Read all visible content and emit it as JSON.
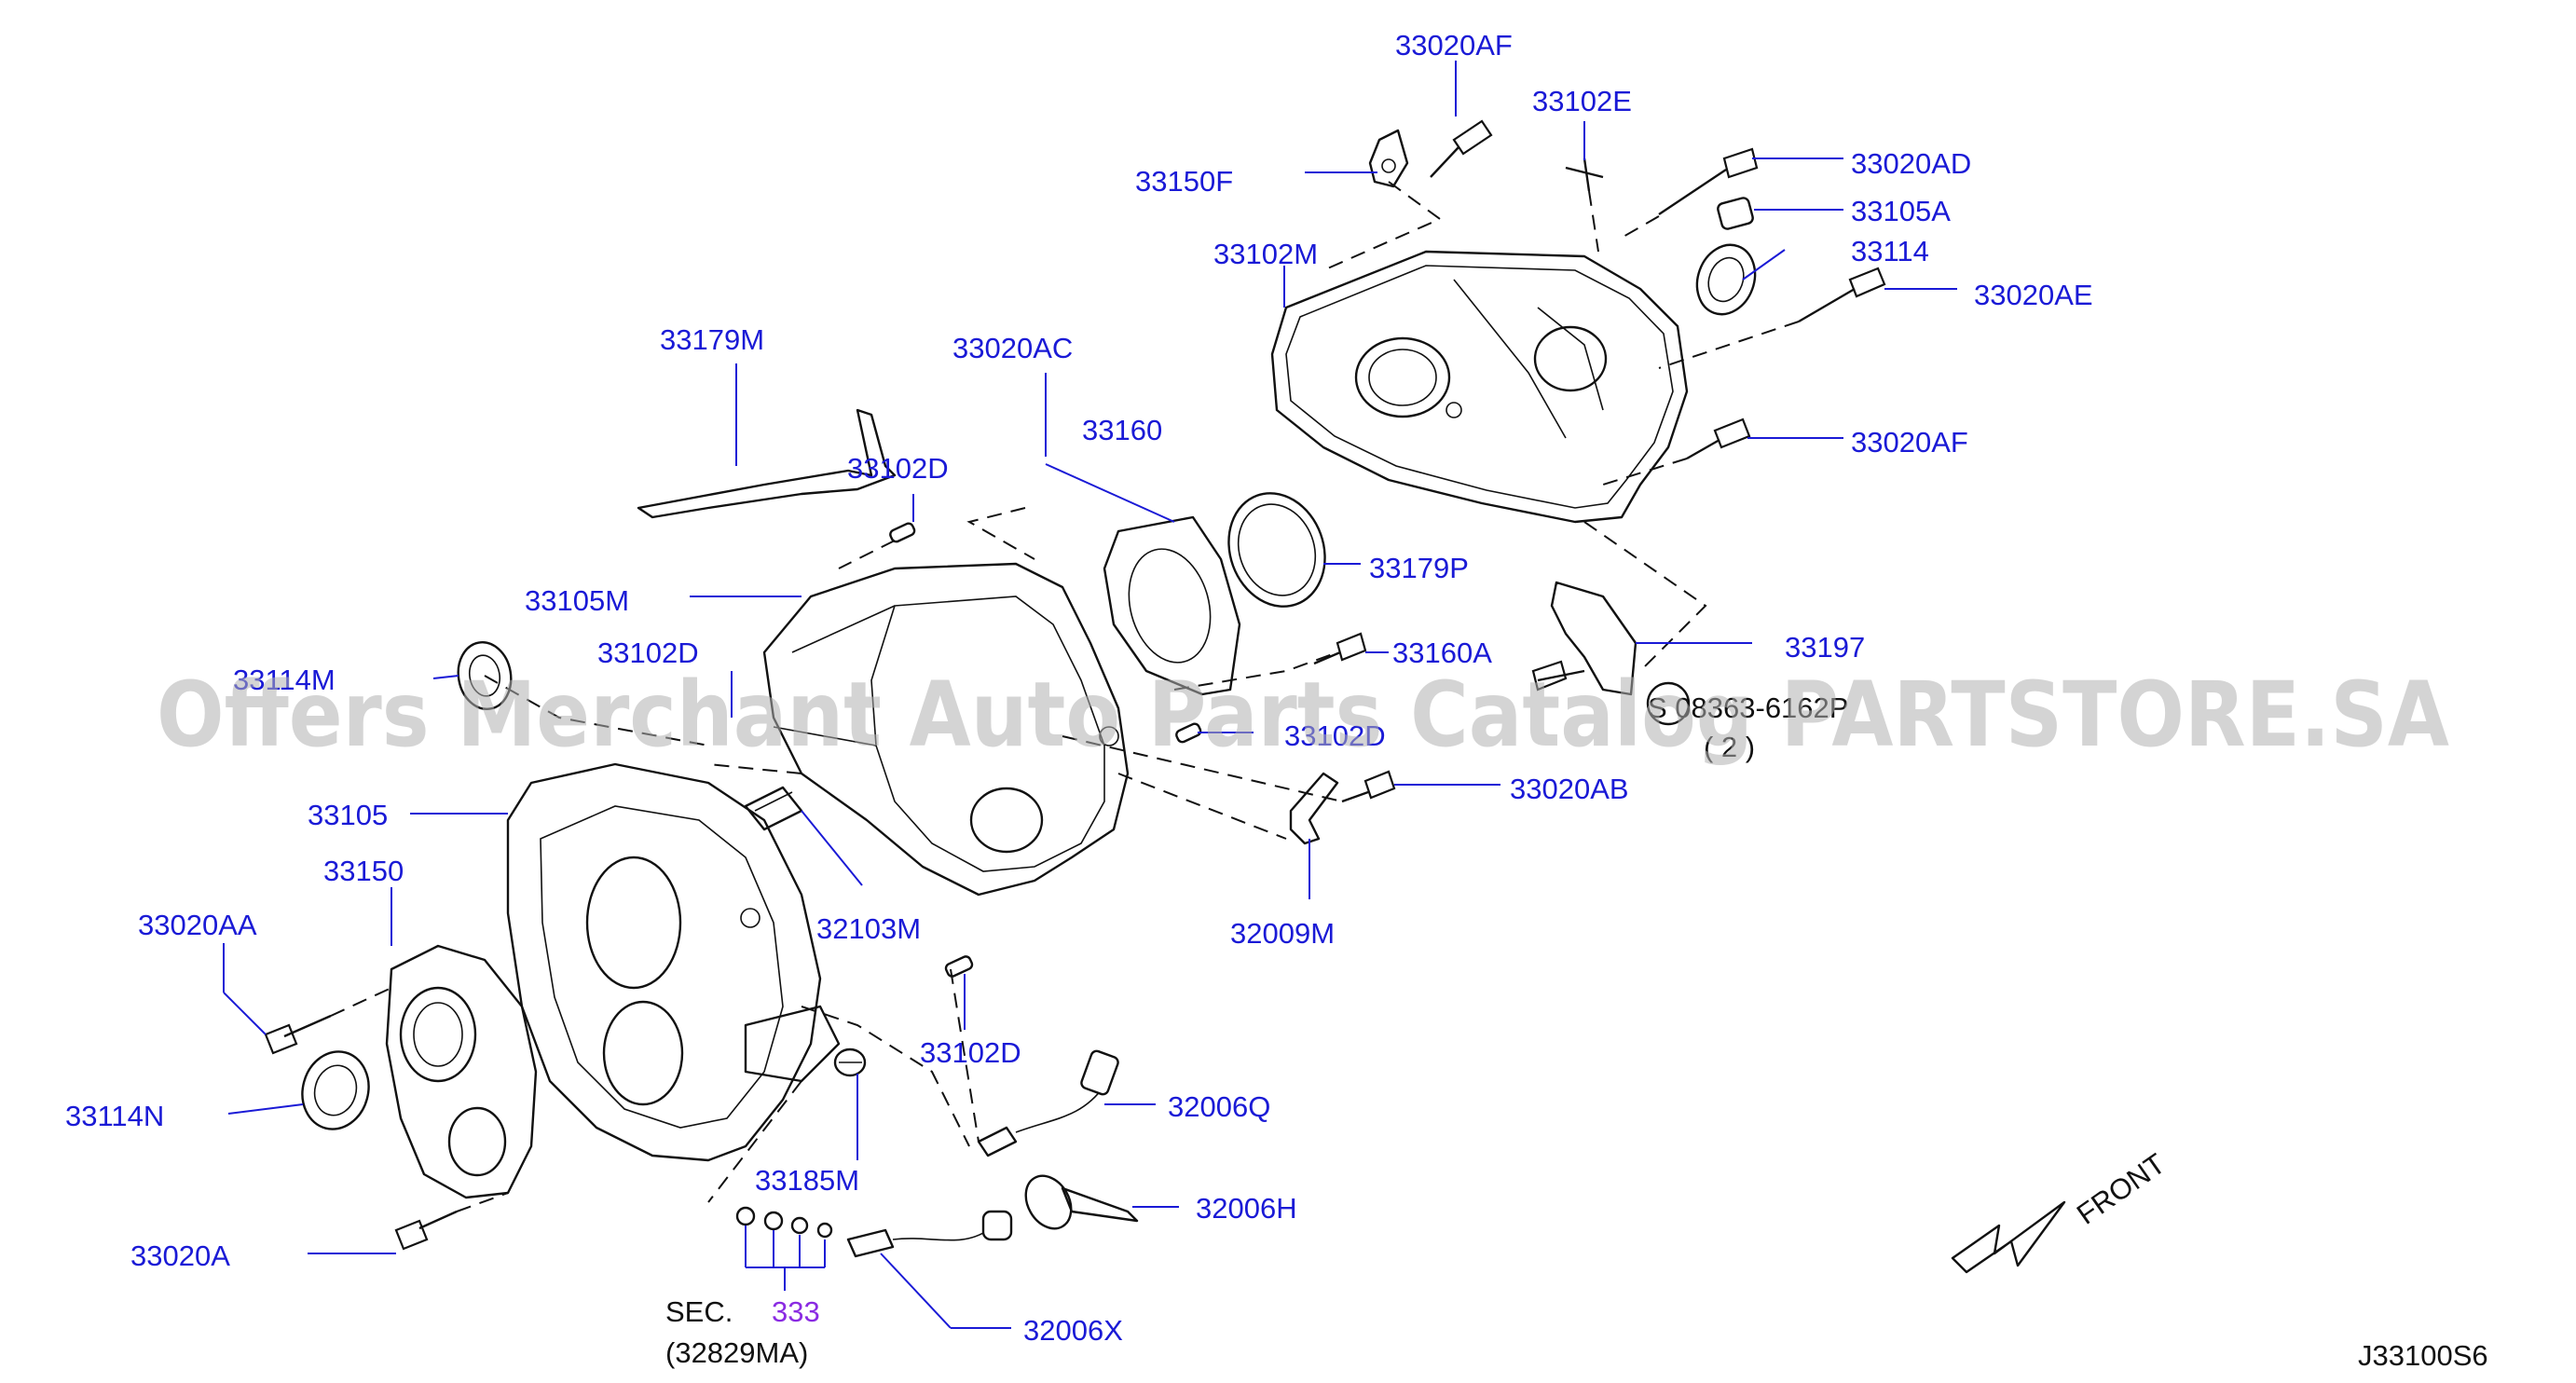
{
  "diagram_code": "J33100S6",
  "watermark": "Offers Merchant Auto Parts Catalog PARTSTORE.SA",
  "front_label": "FRONT",
  "section_ref": {
    "prefix": "SEC.",
    "number": "333",
    "sub": "(32829MA)"
  },
  "s_part": {
    "label": "S 08363-6162P",
    "qty": "( 2 )"
  },
  "labels": {
    "p33020AF_top": "33020AF",
    "p33102E": "33102E",
    "p33150F": "33150F",
    "p33020AD": "33020AD",
    "p33105A": "33105A",
    "p33102M": "33102M",
    "p33114": "33114",
    "p33020AE": "33020AE",
    "p33179M": "33179M",
    "p33020AC": "33020AC",
    "p33160": "33160",
    "p33020AF_mid": "33020AF",
    "p33102D_a": "33102D",
    "p33179P": "33179P",
    "p33105M": "33105M",
    "p33197": "33197",
    "p33160A": "33160A",
    "p33102D_b": "33102D",
    "p33114M": "33114M",
    "p33102D_c": "33102D",
    "p33020AB": "33020AB",
    "p33105": "33105",
    "p32103M": "32103M",
    "p32009M": "32009M",
    "p33150": "33150",
    "p33020AA": "33020AA",
    "p33102D_d": "33102D",
    "p32006Q": "32006Q",
    "p33114N": "33114N",
    "p33185M": "33185M",
    "p32006H": "32006H",
    "p33020A": "33020A",
    "p32006X": "32006X"
  }
}
